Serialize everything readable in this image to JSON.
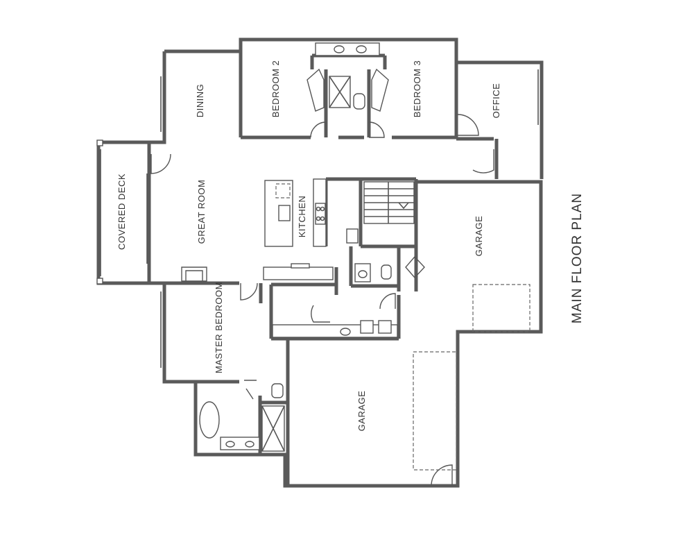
{
  "title": "MAIN FLOOR PLAN",
  "rooms": {
    "covered_deck": "COVERED DECK",
    "dining": "DINING",
    "great_room": "GREAT ROOM",
    "kitchen": "KITCHEN",
    "bedroom_2": "BEDROOM 2",
    "bedroom_3": "BEDROOM 3",
    "office": "OFFICE",
    "garage_upper": "GARAGE",
    "master_bedroom": "MASTER BEDROOM",
    "garage_lower": "GARAGE"
  }
}
